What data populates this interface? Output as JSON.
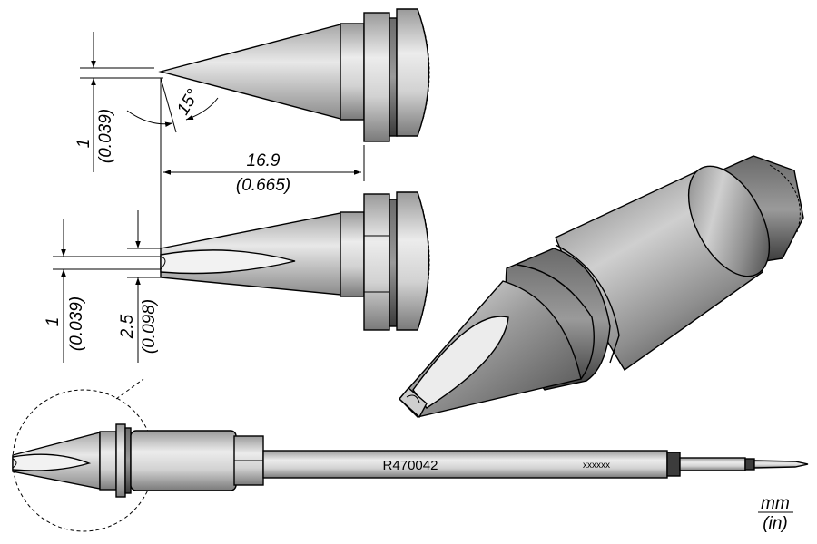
{
  "dimensions": {
    "tip_width_mm": "1",
    "tip_width_in": "(0.039)",
    "angle": "15°",
    "length_mm": "16.9",
    "length_in": "(0.665)",
    "slot_width_mm": "1",
    "slot_width_in": "(0.039)",
    "tip_thickness_mm": "2.5",
    "tip_thickness_in": "(0.098)"
  },
  "part": {
    "number": "R470042",
    "marking": "xxxxxx"
  },
  "units": {
    "primary": "mm",
    "secondary": "(in)"
  },
  "colors": {
    "metal_light": "#e6e6e6",
    "metal_mid": "#b4b4b4",
    "metal_dark": "#5a5a5a",
    "band_dark": "#3c3c3c"
  }
}
